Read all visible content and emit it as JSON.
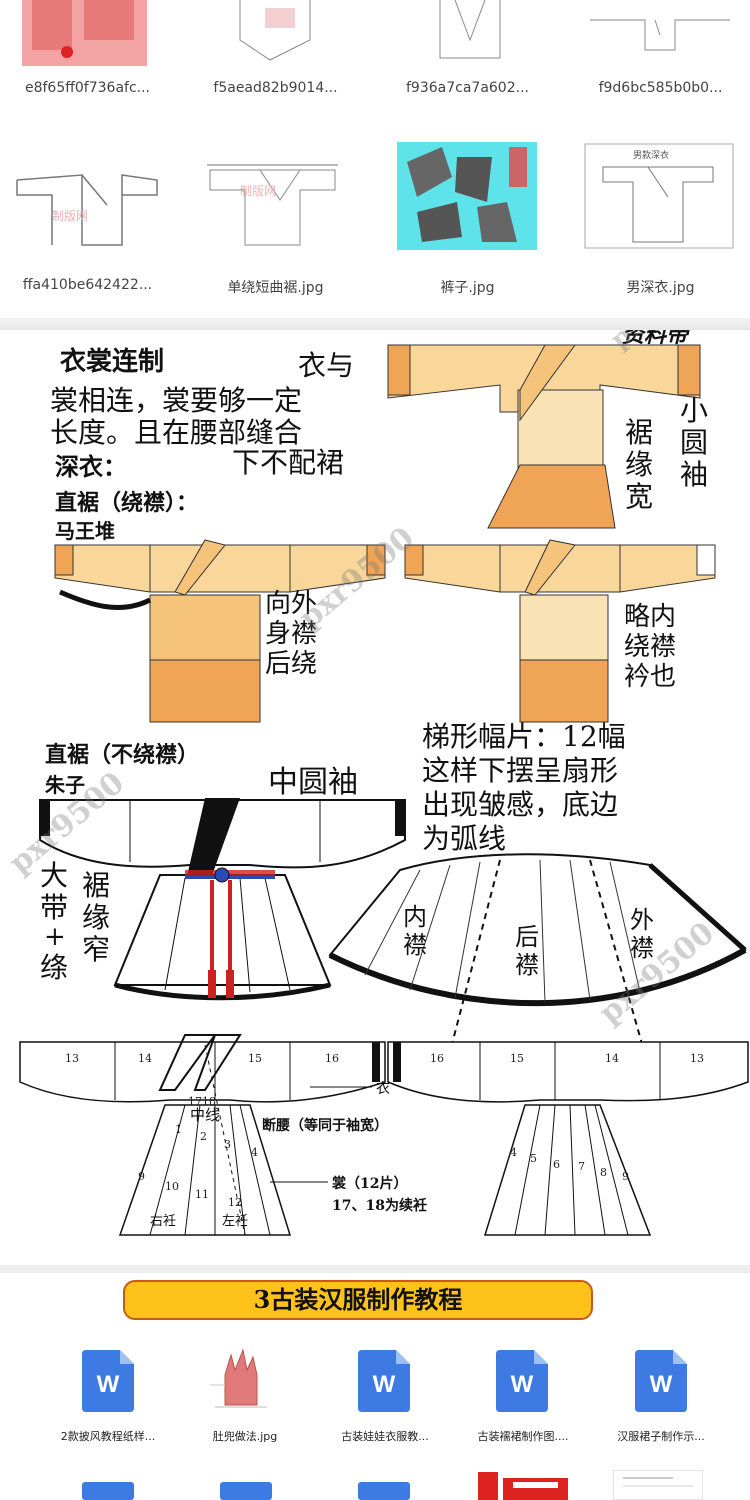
{
  "top_grid": {
    "row1": [
      {
        "name": "e8f65ff0f736afc..."
      },
      {
        "name": "f5aead82b9014..."
      },
      {
        "name": "f936a7ca7a602..."
      },
      {
        "name": "f9d6bc585b0b0..."
      }
    ],
    "row2": [
      {
        "name": "ffa410be642422..."
      },
      {
        "name": "单绕短曲裾.jpg"
      },
      {
        "name": "裤子.jpg"
      },
      {
        "name": "男深衣.jpg"
      }
    ]
  },
  "diagram": {
    "corner_brand": "资料帝",
    "heading": "衣裳连制",
    "intro_1": "衣与",
    "intro_2": "裳相连，裳要够一定",
    "intro_3": "长度。且在腰部缝合",
    "shenyi": "深衣：",
    "no_skirt": "下不配裙",
    "zhiju_wrap": "直裾（绕襟）：",
    "mawangdui": "马王堆",
    "small_sleeve": [
      "小",
      "圆",
      "袖"
    ],
    "hem_wide": [
      "裾",
      "缘",
      "宽"
    ],
    "outer_wrap": [
      "向外",
      "身襟",
      "后绕"
    ],
    "inner_wrap": [
      "略内",
      "绕襟",
      "衿也"
    ],
    "trapezoid_1": "梯形幅片：12幅",
    "trapezoid_2": "这样下摆呈扇形",
    "trapezoid_3": "出现皱感，底边",
    "trapezoid_4": "为弧线",
    "zhiju_nowrap": "直裾（不绕襟）",
    "zhuzi": "朱子",
    "mid_sleeve": "中圆袖",
    "sash": [
      "大",
      "带",
      "+",
      "绦"
    ],
    "hem_narrow": [
      "裾",
      "缘",
      "窄"
    ],
    "fan_inner": [
      "内",
      "襟"
    ],
    "fan_back": [
      "后",
      "襟"
    ],
    "fan_outer": [
      "外",
      "襟"
    ],
    "front_nums": [
      "13",
      "14",
      "15",
      "16"
    ],
    "back_nums": [
      "16",
      "15",
      "14",
      "13"
    ],
    "yi_label": "衣",
    "center_line": "中线",
    "waist_label": "断腰（等同于袖宽）",
    "skirt_label": "裳（12片）",
    "ren_label": "17、18为续衽",
    "right_ren": "右衽",
    "left_ren": "左衽",
    "panel_nums_front": [
      "1",
      "2",
      "3",
      "4",
      "9",
      "10",
      "11",
      "12",
      "17",
      "18"
    ],
    "panel_nums_back": [
      "4",
      "5",
      "6",
      "7",
      "8",
      "9"
    ],
    "watermark": "pxr9500"
  },
  "section": {
    "title": "3古装汉服制作教程"
  },
  "bottom_files": [
    {
      "name": "2款披风教程纸样...",
      "type": "word"
    },
    {
      "name": "肚兜做法.jpg",
      "type": "image"
    },
    {
      "name": "古装娃娃衣服教...",
      "type": "word"
    },
    {
      "name": "古装襦裙制作图....",
      "type": "word"
    },
    {
      "name": "汉服裙子制作示...",
      "type": "word"
    }
  ],
  "word_icon_letter": "W",
  "colors": {
    "word_blue": "#3d7be3",
    "garment_light": "#f9d79a",
    "garment_mid": "#f5c37a",
    "garment_dark": "#efa555",
    "banner_fill": "#ffc21a",
    "banner_border": "#c9591a",
    "cyan_thumb": "#5fe3ea",
    "pink_thumb": "#f4a3a3"
  }
}
